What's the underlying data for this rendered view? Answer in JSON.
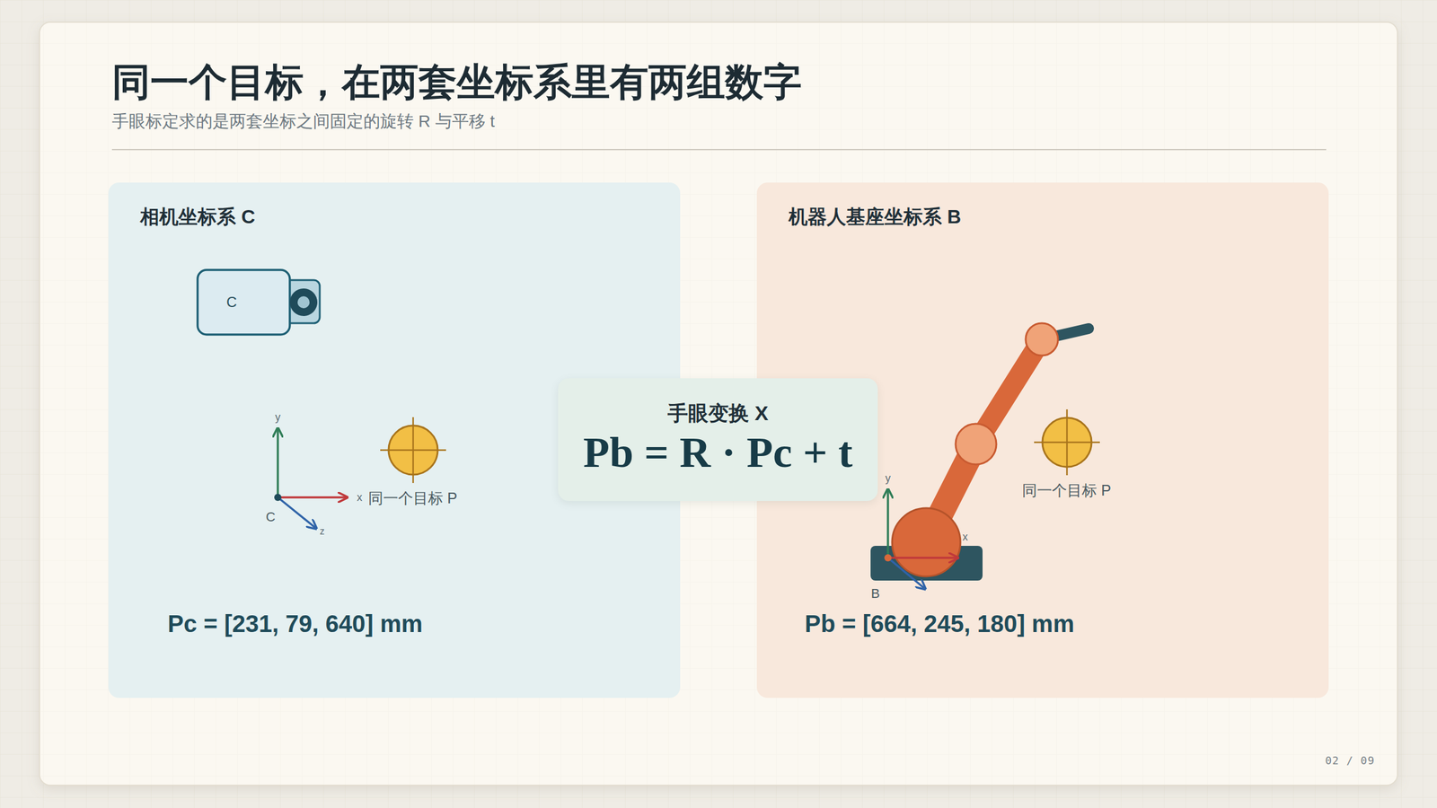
{
  "diagram": {
    "title": "同一个目标，在两套坐标系里有两组数字",
    "caption": "手眼标定求的是两套坐标之间固定的旋转 R 与平移 t",
    "nodes": [
      {
        "text": [
          "相机坐标系 C"
        ]
      },
      {
        "text": [
          "C"
        ],
        "in": 0
      },
      {
        "text": [
          "手眼变换 X",
          "Pb = R · Pc + t"
        ]
      },
      {
        "text": [
          "机器人基座坐标系 B"
        ]
      }
    ],
    "labels": [
      "y",
      "x",
      "C",
      "z",
      "同一个目标 P",
      "Pc = [231, 79, 640] mm",
      "y",
      "x",
      "B",
      "同一个目标 P",
      "Pb = [664, 245, 180] mm",
      "02 / 09"
    ]
  }
}
